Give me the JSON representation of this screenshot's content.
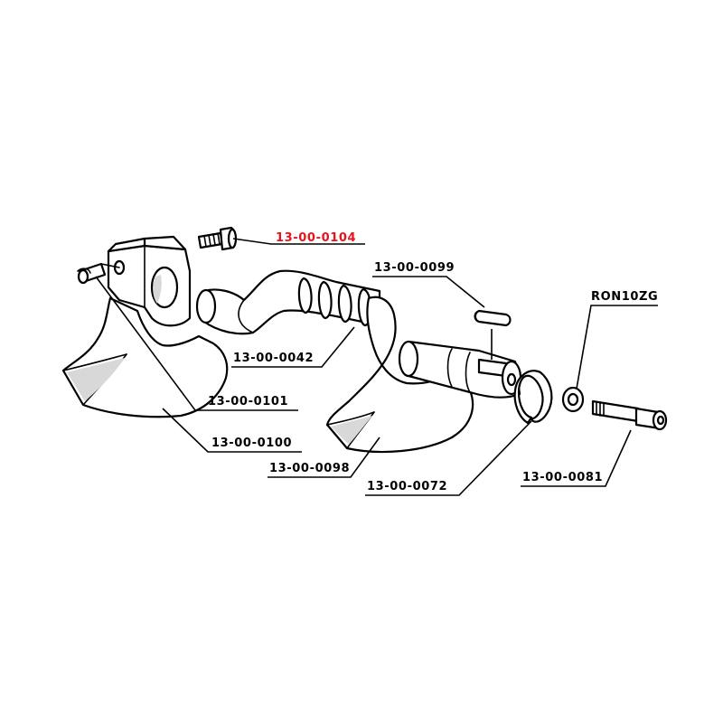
{
  "colors": {
    "highlight": "#e8141c",
    "line": "#000000",
    "background": "#ffffff"
  },
  "labels": {
    "p0104": "13-00-0104",
    "p0099": "13-00-0099",
    "ron10zg": "RON10ZG",
    "p0042": "13-00-0042",
    "p0101": "13-00-0101",
    "p0100": "13-00-0100",
    "p0098": "13-00-0098",
    "p0072": "13-00-0072",
    "p0081": "13-00-0081"
  },
  "highlighted_part": "13-00-0104"
}
